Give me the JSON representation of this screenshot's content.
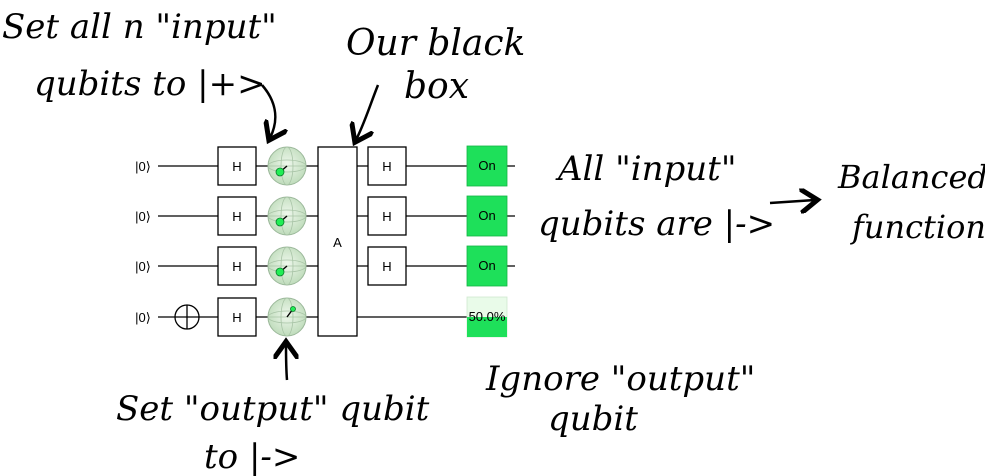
{
  "circuit": {
    "qubits": [
      {
        "init": "|0⟩"
      },
      {
        "init": "|0⟩"
      },
      {
        "init": "|0⟩"
      },
      {
        "init": "|0⟩"
      }
    ],
    "gates": {
      "hadamard": "H",
      "oracle": "A"
    },
    "outputs": [
      {
        "label": "On",
        "level": 1.0
      },
      {
        "label": "On",
        "level": 1.0
      },
      {
        "label": "On",
        "level": 1.0
      },
      {
        "label": "50.0%",
        "level": 0.5
      }
    ],
    "colors": {
      "output_on": "#1ee05a",
      "output_partial": "#e9fbe9",
      "bloch_fill": "#c9e8c6",
      "bloch_point": "#22ee55"
    }
  },
  "annotations": {
    "set_input_line1": "Set all n \"input\"",
    "set_input_line2": "qubits to |+>",
    "black_box_line1": "Our black",
    "black_box_line2": "box",
    "all_input_line1": "All \"input\"",
    "all_input_line2": "qubits are |->",
    "balanced_line1": "Balanced",
    "balanced_line2": "function",
    "set_output_line1": "Set \"output\" qubit",
    "set_output_line2": "to |->",
    "ignore_line1": "Ignore \"output\"",
    "ignore_line2": "qubit"
  }
}
